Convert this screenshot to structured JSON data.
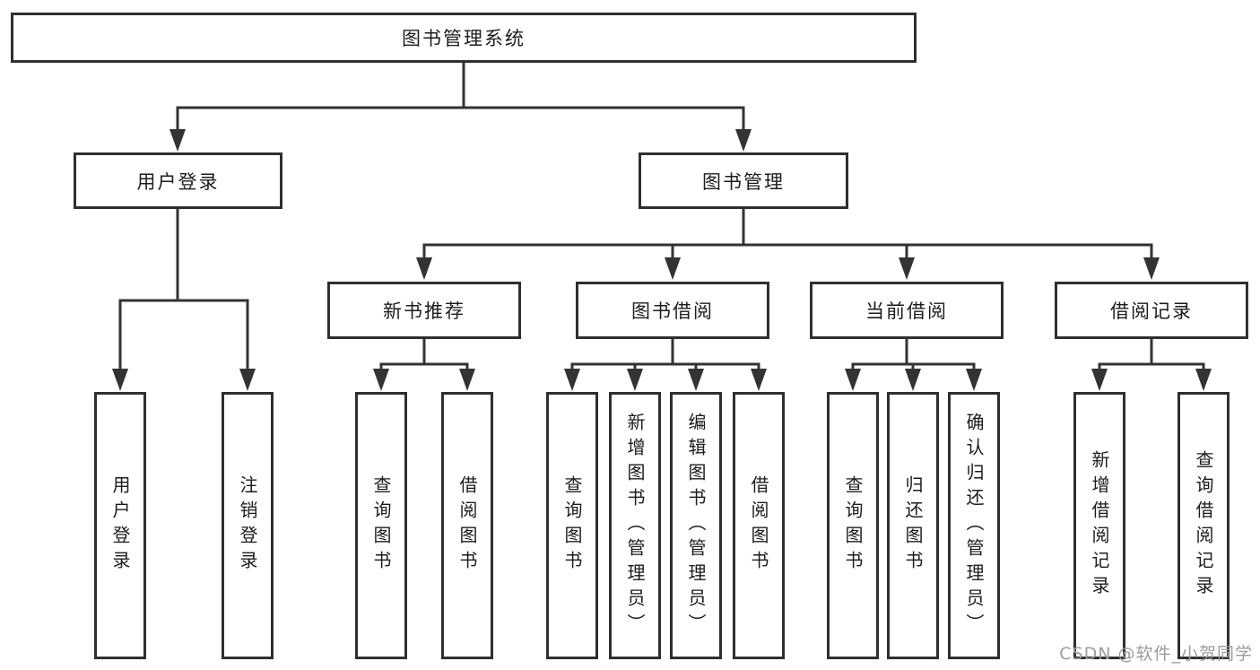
{
  "diagram_type": "functional-structure-tree",
  "colors": {
    "line": "#333333",
    "box_border": "#2f2f2f",
    "text": "#1c1c1c",
    "watermark": "#9c9c9c",
    "background": "#ffffff"
  },
  "tree": {
    "label": "图书管理系统",
    "children": [
      {
        "label": "用户登录",
        "children": [
          {
            "label": "用户登录"
          },
          {
            "label": "注销登录"
          }
        ]
      },
      {
        "label": "图书管理",
        "children": [
          {
            "label": "新书推荐",
            "children": [
              {
                "label": "查询图书"
              },
              {
                "label": "借阅图书"
              }
            ]
          },
          {
            "label": "图书借阅",
            "children": [
              {
                "label": "查询图书"
              },
              {
                "label": "新增图书（管理员）"
              },
              {
                "label": "编辑图书（管理员）"
              },
              {
                "label": "借阅图书"
              }
            ]
          },
          {
            "label": "当前借阅",
            "children": [
              {
                "label": "查询图书"
              },
              {
                "label": "归还图书"
              },
              {
                "label": "确认归还（管理员）"
              }
            ]
          },
          {
            "label": "借阅记录",
            "children": [
              {
                "label": "新增借阅记录"
              },
              {
                "label": "查询借阅记录"
              }
            ]
          }
        ]
      }
    ]
  },
  "watermark": {
    "text": "CSDN @软件_小贺同学"
  }
}
